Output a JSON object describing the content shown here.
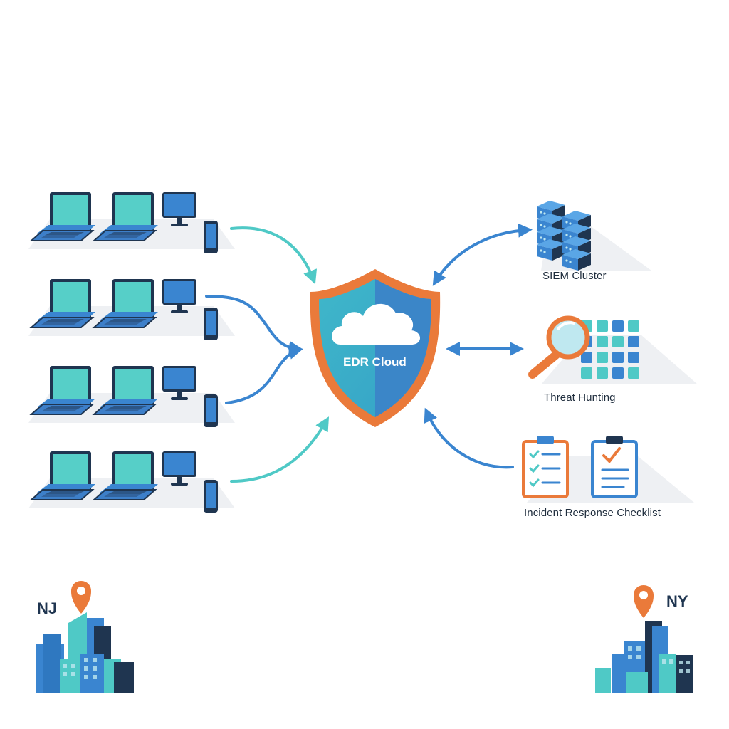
{
  "diagram": {
    "center_label": "EDR Cloud",
    "right_nodes": [
      {
        "id": "siem",
        "label": "SIEM Cluster",
        "icon": "server-stack-icon"
      },
      {
        "id": "hunting",
        "label": "Threat Hunting",
        "icon": "magnifier-grid-icon"
      },
      {
        "id": "incident",
        "label": "Incident Response Checklist",
        "icon": "clipboard-checklist-icon"
      }
    ],
    "endpoint_rows": 4,
    "endpoint_icons": [
      "laptop-icon",
      "laptop-icon",
      "monitor-icon",
      "phone-icon"
    ],
    "cities": [
      {
        "id": "nj",
        "label": "NJ"
      },
      {
        "id": "ny",
        "label": "NY"
      }
    ],
    "colors": {
      "primary_blue": "#3a85d0",
      "teal": "#4fc9c6",
      "orange": "#ea7a3a",
      "navy": "#1f3550"
    }
  }
}
